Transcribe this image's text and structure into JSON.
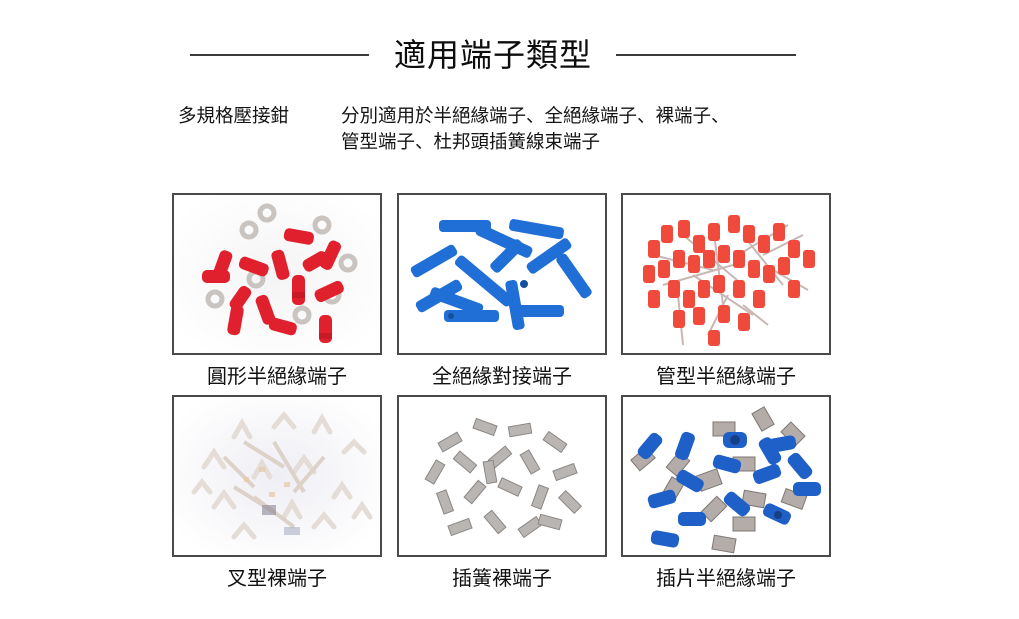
{
  "header": {
    "title": "適用端子類型"
  },
  "description": {
    "label": "多規格壓接鉗",
    "lines": [
      "分別適用於半絕緣端子、全絕緣端子、裸端子、",
      "管型端子、杜邦頭插簧線束端子"
    ]
  },
  "terminals": [
    {
      "label": "圓形半絕緣端子",
      "image": "red-ring-terminals",
      "color": "#e0202c"
    },
    {
      "label": "全絕緣對接端子",
      "image": "blue-butt-connectors",
      "color": "#1f6fd6"
    },
    {
      "label": "管型半絕緣端子",
      "image": "red-ferrule-terminals",
      "color": "#f04a3c"
    },
    {
      "label": "叉型裸端子",
      "image": "bare-fork-terminals",
      "color": "#d8d2cc"
    },
    {
      "label": "插簧裸端子",
      "image": "bare-female-spade-terminals",
      "color": "#a9a6a3"
    },
    {
      "label": "插片半絕緣端子",
      "image": "blue-male-spade-terminals",
      "color": "#1e5fc8"
    }
  ],
  "colors": {
    "title_line": "#3a3a3a",
    "border": "#4a4a4a",
    "text": "#111111",
    "background": "#ffffff"
  }
}
